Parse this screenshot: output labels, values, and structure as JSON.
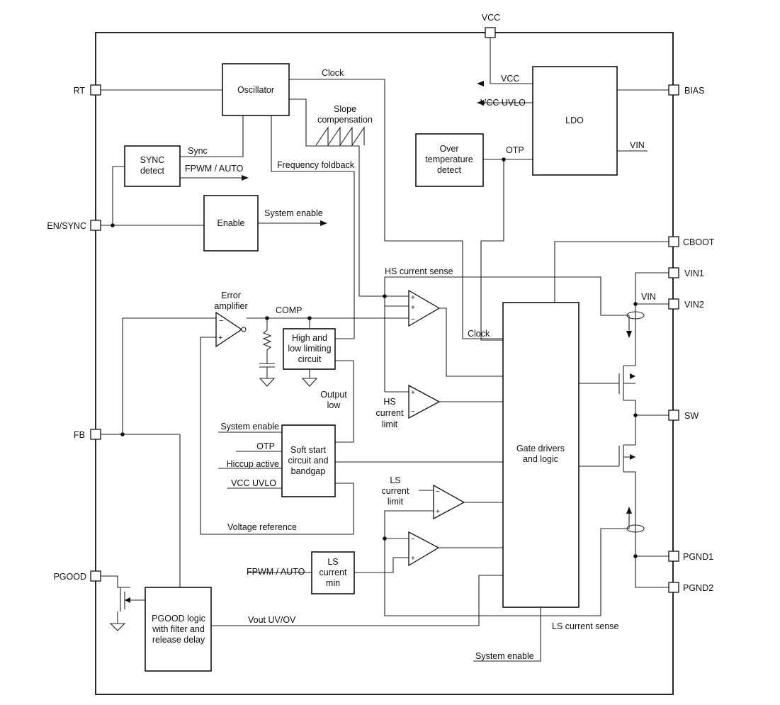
{
  "pins": {
    "vcc": "VCC",
    "rt": "RT",
    "bias": "BIAS",
    "en_sync": "EN/SYNC",
    "cboot": "CBOOT",
    "vin1": "VIN1",
    "vin2": "VIN2",
    "sw": "SW",
    "fb": "FB",
    "pgood": "PGOOD",
    "pgnd1": "PGND1",
    "pgnd2": "PGND2"
  },
  "blocks": {
    "oscillator": "Oscillator",
    "sync_detect": [
      "SYNC",
      "detect"
    ],
    "enable": "Enable",
    "ldo": "LDO",
    "over_temp": [
      "Over",
      "temperature",
      "detect"
    ],
    "limiting": [
      "High and",
      "low limiting",
      "circuit"
    ],
    "soft_start": [
      "Soft start",
      "circuit and",
      "bandgap"
    ],
    "gate_drivers": [
      "Gate drivers",
      "and logic"
    ],
    "ls_current_min": [
      "LS",
      "current",
      "min"
    ],
    "pgood_logic": [
      "PGOOD logic",
      "with filter and",
      "release delay"
    ]
  },
  "signals": {
    "clock_top": "Clock",
    "slope_comp": [
      "Slope",
      "compensation"
    ],
    "sync": "Sync",
    "fpwm_auto_top": "FPWM / AUTO",
    "freq_foldback": "Frequency foldback",
    "system_enable_top": "System enable",
    "vcc_int": "VCC",
    "vcc_uvlo_top": "VCC UVLO",
    "otp_top": "OTP",
    "vin_int": "VIN",
    "error_amp": [
      "Error",
      "amplifier"
    ],
    "comp": "COMP",
    "hs_current_sense": "HS current sense",
    "clock_mid": "Clock",
    "vin_node": "VIN",
    "output_low": [
      "Output",
      "low"
    ],
    "hs_current_limit": [
      "HS",
      "current",
      "limit"
    ],
    "ss_system_enable": "System enable",
    "ss_otp": "OTP",
    "ss_hiccup": "Hiccup active",
    "ss_vcc_uvlo": "VCC UVLO",
    "ls_current_limit": [
      "LS",
      "current",
      "limit"
    ],
    "voltage_ref": "Voltage reference",
    "fpwm_auto_bottom": "FPWM / AUTO",
    "vout_uv_ov": "Vout UV/OV",
    "ls_current_sense": "LS current sense",
    "system_enable_bottom": "System enable"
  }
}
